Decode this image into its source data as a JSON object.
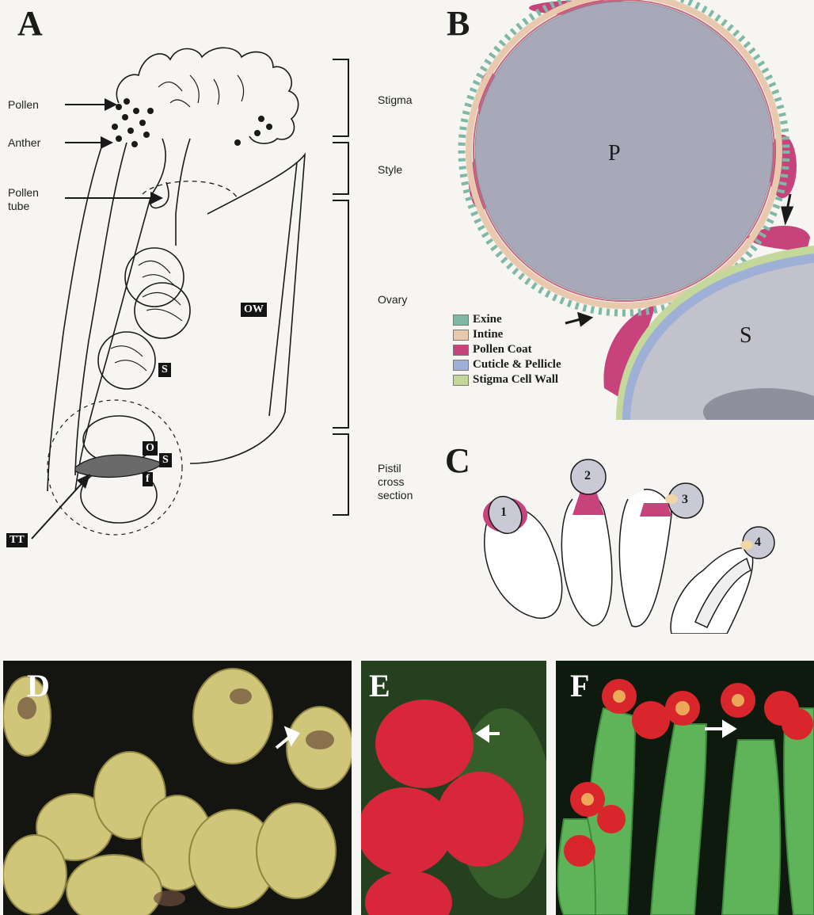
{
  "panels": {
    "a": {
      "label": "A",
      "left_labels": {
        "pollen": "Pollen",
        "anther": "Anther",
        "pollen_tube": "Pollen\ntube"
      },
      "right_labels": {
        "stigma": "Stigma",
        "style": "Style",
        "ovary": "Ovary",
        "pistil_cross_section": "Pistil\ncross\nsection"
      },
      "tags": {
        "ow": "OW",
        "s1": "S",
        "o": "O",
        "s2": "S",
        "f": "f",
        "tt": "TT"
      }
    },
    "b": {
      "label": "B",
      "cells": {
        "p": "P",
        "s": "S"
      },
      "legend": [
        {
          "name": "Exine",
          "color": "#7fb9a6"
        },
        {
          "name": "Intine",
          "color": "#e8c9ae"
        },
        {
          "name": "Pollen Coat",
          "color": "#c8437b"
        },
        {
          "name": "Cuticle & Pellicle",
          "color": "#9fb0d6"
        },
        {
          "name": "Stigma Cell Wall",
          "color": "#c3d89a"
        }
      ]
    },
    "c": {
      "label": "C",
      "steps": [
        "1",
        "2",
        "3",
        "4"
      ]
    },
    "d": {
      "label": "D"
    },
    "e": {
      "label": "E"
    },
    "f": {
      "label": "F"
    }
  },
  "colors": {
    "pollen_coat": "#c8437b",
    "pollen_grey": "#c9cad6",
    "tem_grey": "#b8b9c4"
  }
}
